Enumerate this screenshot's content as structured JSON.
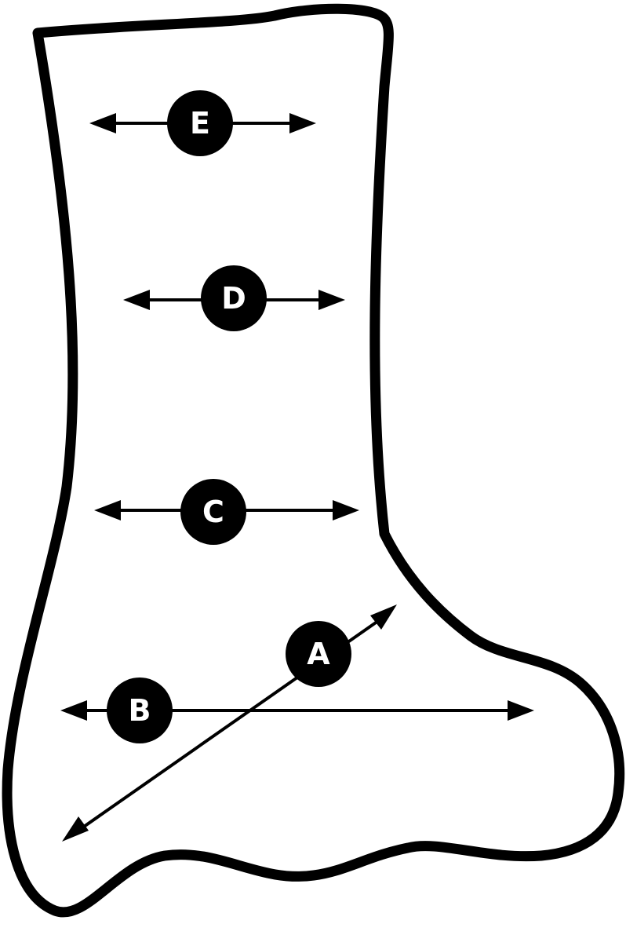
{
  "diagram": {
    "colors": {
      "outline": "#000000",
      "fill": "#ffffff",
      "label_text": "#ffffff"
    },
    "measurements": [
      {
        "label": "A",
        "kind": "diagonal-double-arrow"
      },
      {
        "label": "B",
        "kind": "horizontal-double-arrow"
      },
      {
        "label": "C",
        "kind": "horizontal-double-arrow"
      },
      {
        "label": "D",
        "kind": "horizontal-double-arrow"
      },
      {
        "label": "E",
        "kind": "horizontal-double-arrow"
      }
    ]
  }
}
